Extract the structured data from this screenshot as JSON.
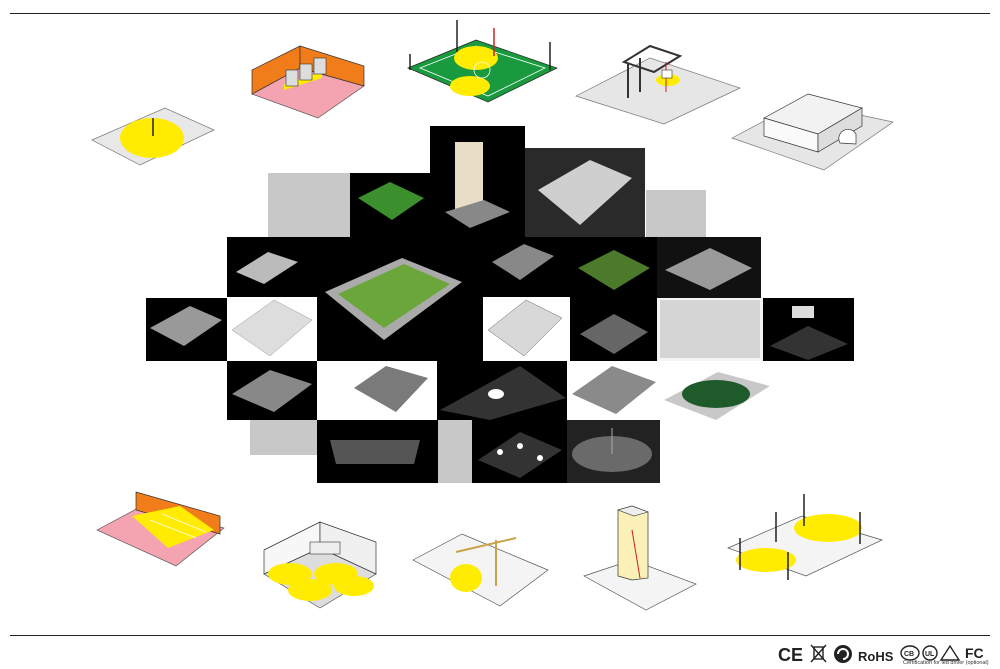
{
  "certifications": {
    "ce": "CE",
    "rohs": "RoHS",
    "fc": "FC",
    "note": "Certification for led driver (optional)"
  },
  "icons": [
    "ce-mark-icon",
    "weee-bin-icon",
    "recycle-icon",
    "rohs-icon",
    "cb-mark-icon",
    "ul-mark-icon",
    "saa-mark-icon",
    "fcc-icon"
  ],
  "colors": {
    "light": "#ffec00",
    "floor": "#e6e6e6",
    "wall_orange": "#f07c1a",
    "floor_pink": "#f4a3b0",
    "pitch": "#1a9a3e",
    "tile_dark": "#000000",
    "tile_grey": "#c8c8c8"
  }
}
